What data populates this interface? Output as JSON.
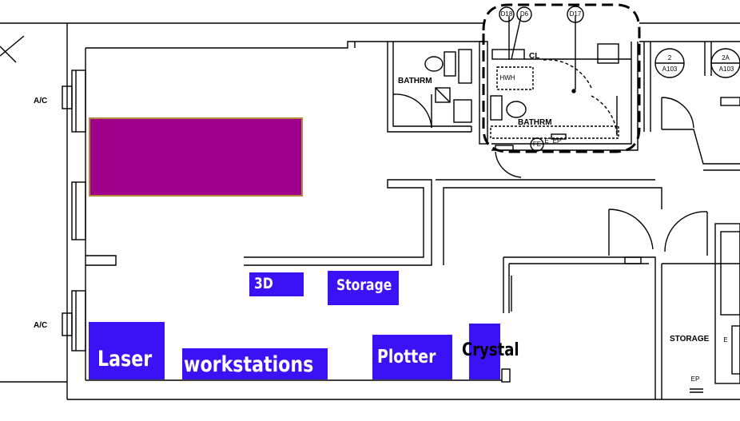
{
  "rooms": {
    "bathroom_left": "BATHRM",
    "bathroom_right": "BATHRM",
    "closet": "CL",
    "storage_room": "STORAGE",
    "ac_top": "A/C",
    "ac_bottom": "A/C"
  },
  "door_tags": {
    "d18": "D18",
    "d6": "D6",
    "d17": "D17"
  },
  "section_markers": [
    {
      "top": "2",
      "bottom": "A103"
    },
    {
      "top": "2A",
      "bottom": "A103"
    }
  ],
  "fixtures": {
    "water_heater": "HWH",
    "fire_extinguisher": "FE",
    "electrical_panel_1": "E",
    "electrical_panel_2": "EP",
    "electrical_panel_3": "EP",
    "storage_panel": "E"
  },
  "zones": {
    "three_d": "3D",
    "storage": "Storage",
    "laser": "Laser",
    "workstations": "workstations",
    "plotter": "Plotter",
    "crystal": "Crystal"
  },
  "colors": {
    "zone_blue": "#3b12f5",
    "highlight_magenta": "#a0008c",
    "highlight_border": "#b08a3a",
    "walls": "#000000"
  }
}
